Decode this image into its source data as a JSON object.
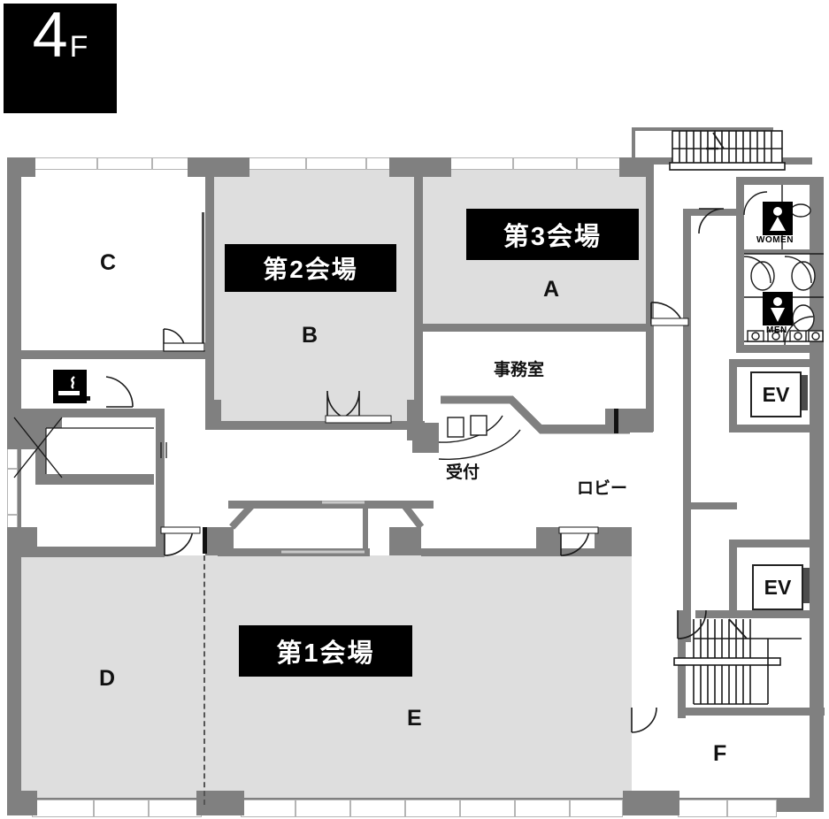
{
  "floor_badge": {
    "number": "4",
    "suffix": "F"
  },
  "venues": [
    {
      "id": "venue-1",
      "label": "第1会場",
      "room_letter": "E"
    },
    {
      "id": "venue-2",
      "label": "第2会場",
      "room_letter": "B"
    },
    {
      "id": "venue-3",
      "label": "第3会場",
      "room_letter": "A"
    }
  ],
  "rooms": [
    {
      "letter": "C",
      "shaded": false
    },
    {
      "letter": "D",
      "shaded": true
    },
    {
      "letter": "F",
      "shaded": false
    }
  ],
  "areas": {
    "office": "事務室",
    "reception": "受付",
    "lobby": "ロビー"
  },
  "facilities": {
    "elevator_upper": "EV",
    "elevator_lower": "EV",
    "restroom_women": "WOMEN",
    "restroom_men": "MEN",
    "smoking_icon": "smoking-area-icon"
  },
  "colors": {
    "wall": "#808080",
    "shaded_room": "#dedede",
    "badge_bg": "#000000",
    "badge_text": "#ffffff",
    "line": "#4d4d4d"
  }
}
